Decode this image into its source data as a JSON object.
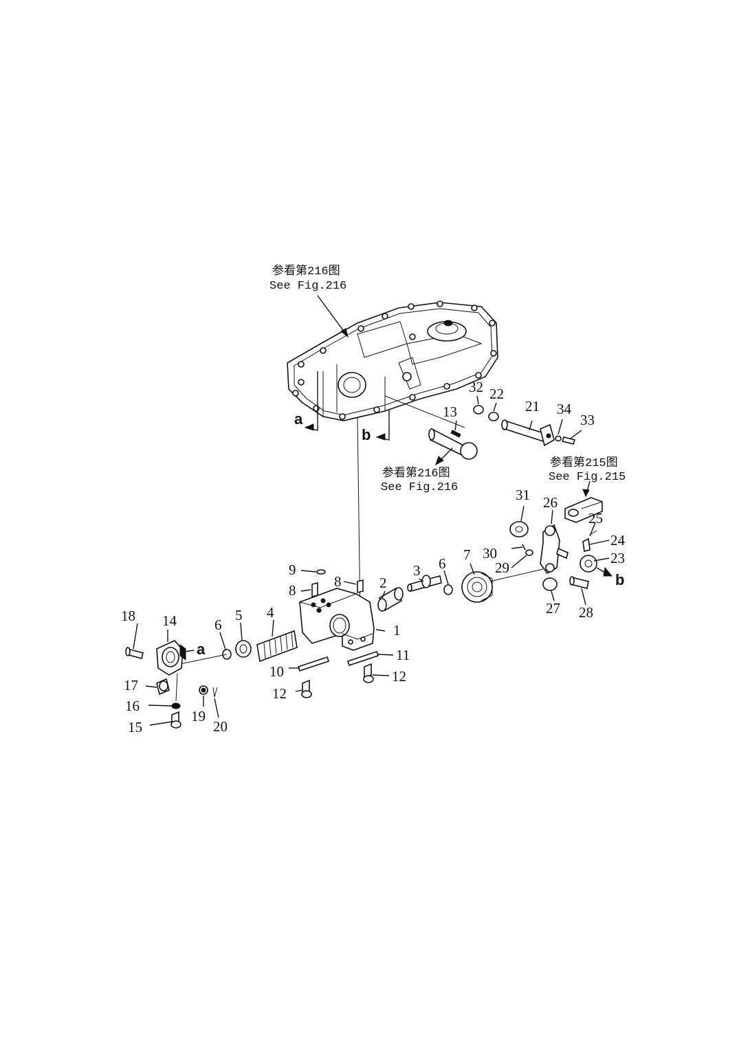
{
  "references": {
    "top_cn": "参看第216图",
    "top_en": "See Fig.216",
    "mid_cn": "参看第216图",
    "mid_en": "See Fig.216",
    "right_cn": "参看第215图",
    "right_en": "See Fig.215"
  },
  "view_markers": {
    "a": "a",
    "b": "b"
  },
  "part_numbers": {
    "p1": "1",
    "p2": "2",
    "p3": "3",
    "p4": "4",
    "p5": "5",
    "p6a": "6",
    "p6b": "6",
    "p7": "7",
    "p8a": "8",
    "p8b": "8",
    "p9": "9",
    "p10": "10",
    "p11": "11",
    "p12a": "12",
    "p12b": "12",
    "p13": "13",
    "p14": "14",
    "p15": "15",
    "p16": "16",
    "p17": "17",
    "p18": "18",
    "p19": "19",
    "p20": "20",
    "p21": "21",
    "p22": "22",
    "p23": "23",
    "p24": "24",
    "p25": "25",
    "p26": "26",
    "p27": "27",
    "p28": "28",
    "p29": "29",
    "p30": "30",
    "p31": "31",
    "p32": "32",
    "p33": "33",
    "p34": "34"
  }
}
